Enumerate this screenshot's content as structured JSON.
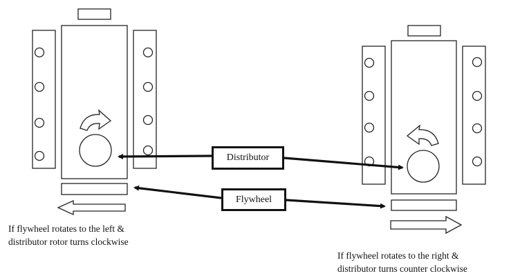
{
  "labels": {
    "distributor": "Distributor",
    "flywheel": "Flywheel"
  },
  "captions": {
    "left": [
      "If flywheel rotates to the left &",
      "distributor rotor turns clockwise"
    ],
    "right": [
      "If flywheel rotates to the right &",
      "distributor turns counter clockwise"
    ]
  },
  "engines": [
    {
      "name": "left-engine",
      "cylinders_per_bank": 4,
      "flywheel_direction": "left",
      "rotor_rotation": "clockwise"
    },
    {
      "name": "right-engine",
      "cylinders_per_bank": 4,
      "flywheel_direction": "right",
      "rotor_rotation": "counter clockwise"
    }
  ],
  "colors": {
    "line": "#111111",
    "fill": "#ffffff"
  }
}
